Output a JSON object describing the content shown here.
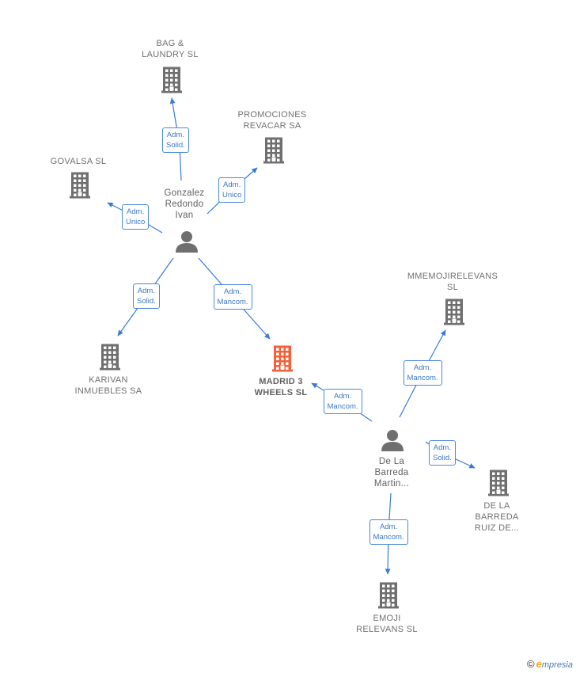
{
  "colors": {
    "edge": "#3a7bd5",
    "node": "#6f6f6f",
    "focus": "#f2613a"
  },
  "nodes": [
    {
      "id": "person1",
      "kind": "person",
      "label": "Gonzalez\nRedondo\nIvan"
    },
    {
      "id": "person2",
      "kind": "person",
      "label": "De La\nBarreda\nMartin..."
    },
    {
      "id": "bag",
      "kind": "company",
      "label": "BAG &\nLAUNDRY  SL"
    },
    {
      "id": "promociones",
      "kind": "company",
      "label": "PROMOCIONES\nREVACAR SA"
    },
    {
      "id": "govalsa",
      "kind": "company",
      "label": "GOVALSA  SL"
    },
    {
      "id": "karivan",
      "kind": "company",
      "label": "KARIVAN\nINMUEBLES SA"
    },
    {
      "id": "madrid",
      "kind": "focus",
      "label": "MADRID 3\nWHEELS  SL"
    },
    {
      "id": "mmemoji",
      "kind": "company",
      "label": "MMEMOJIRELEVANS\nSL"
    },
    {
      "id": "delabarreda",
      "kind": "company",
      "label": "DE LA\nBARREDA\nRUIZ DE..."
    },
    {
      "id": "emoji",
      "kind": "company",
      "label": "EMOJI\nRELEVANS  SL"
    }
  ],
  "edges": [
    {
      "from": "person1",
      "to": "bag",
      "label": "Adm.\nSolid."
    },
    {
      "from": "person1",
      "to": "promociones",
      "label": "Adm.\nUnico"
    },
    {
      "from": "person1",
      "to": "govalsa",
      "label": "Adm.\nUnico"
    },
    {
      "from": "person1",
      "to": "karivan",
      "label": "Adm.\nSolid."
    },
    {
      "from": "person1",
      "to": "madrid",
      "label": "Adm.\nMancom."
    },
    {
      "from": "person2",
      "to": "madrid",
      "label": "Adm.\nMancom."
    },
    {
      "from": "person2",
      "to": "mmemoji",
      "label": "Adm.\nMancom."
    },
    {
      "from": "person2",
      "to": "delabarreda",
      "label": "Adm.\nSolid."
    },
    {
      "from": "person2",
      "to": "emoji",
      "label": "Adm.\nMancom."
    }
  ],
  "brand": {
    "copyright": "©",
    "name": "mpresia",
    "initial": "e"
  }
}
